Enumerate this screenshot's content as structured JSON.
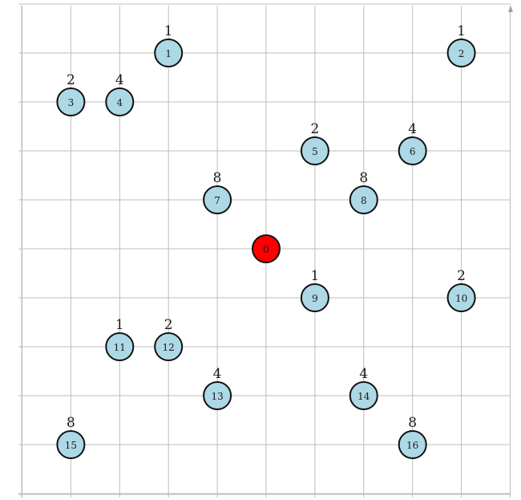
{
  "colors": {
    "background": "#ffffff",
    "grid": "#bdbdbd",
    "node_fill": "#add8e6",
    "depot_fill": "#ff0000",
    "stroke": "#111111"
  },
  "chart_data": {
    "type": "scatter",
    "grid": true,
    "xlim": [
      -5,
      5
    ],
    "ylim": [
      -5,
      5
    ],
    "nodes": [
      {
        "id": "0",
        "x": 0,
        "y": 0,
        "depot": true
      },
      {
        "id": "1",
        "x": -2,
        "y": 4,
        "weight": "1"
      },
      {
        "id": "2",
        "x": 4,
        "y": 4,
        "weight": "1"
      },
      {
        "id": "3",
        "x": -4,
        "y": 3,
        "weight": "2"
      },
      {
        "id": "4",
        "x": -3,
        "y": 3,
        "weight": "4"
      },
      {
        "id": "5",
        "x": 1,
        "y": 2,
        "weight": "2"
      },
      {
        "id": "6",
        "x": 3,
        "y": 2,
        "weight": "4"
      },
      {
        "id": "7",
        "x": -1,
        "y": 1,
        "weight": "8"
      },
      {
        "id": "8",
        "x": 2,
        "y": 1,
        "weight": "8"
      },
      {
        "id": "9",
        "x": 1,
        "y": -1,
        "weight": "1"
      },
      {
        "id": "10",
        "x": 4,
        "y": -1,
        "weight": "2"
      },
      {
        "id": "11",
        "x": -3,
        "y": -2,
        "weight": "1"
      },
      {
        "id": "12",
        "x": -2,
        "y": -2,
        "weight": "2"
      },
      {
        "id": "13",
        "x": -1,
        "y": -3,
        "weight": "4"
      },
      {
        "id": "14",
        "x": 2,
        "y": -3,
        "weight": "4"
      },
      {
        "id": "15",
        "x": -4,
        "y": -4,
        "weight": "8"
      },
      {
        "id": "16",
        "x": 3,
        "y": -4,
        "weight": "8"
      }
    ]
  }
}
